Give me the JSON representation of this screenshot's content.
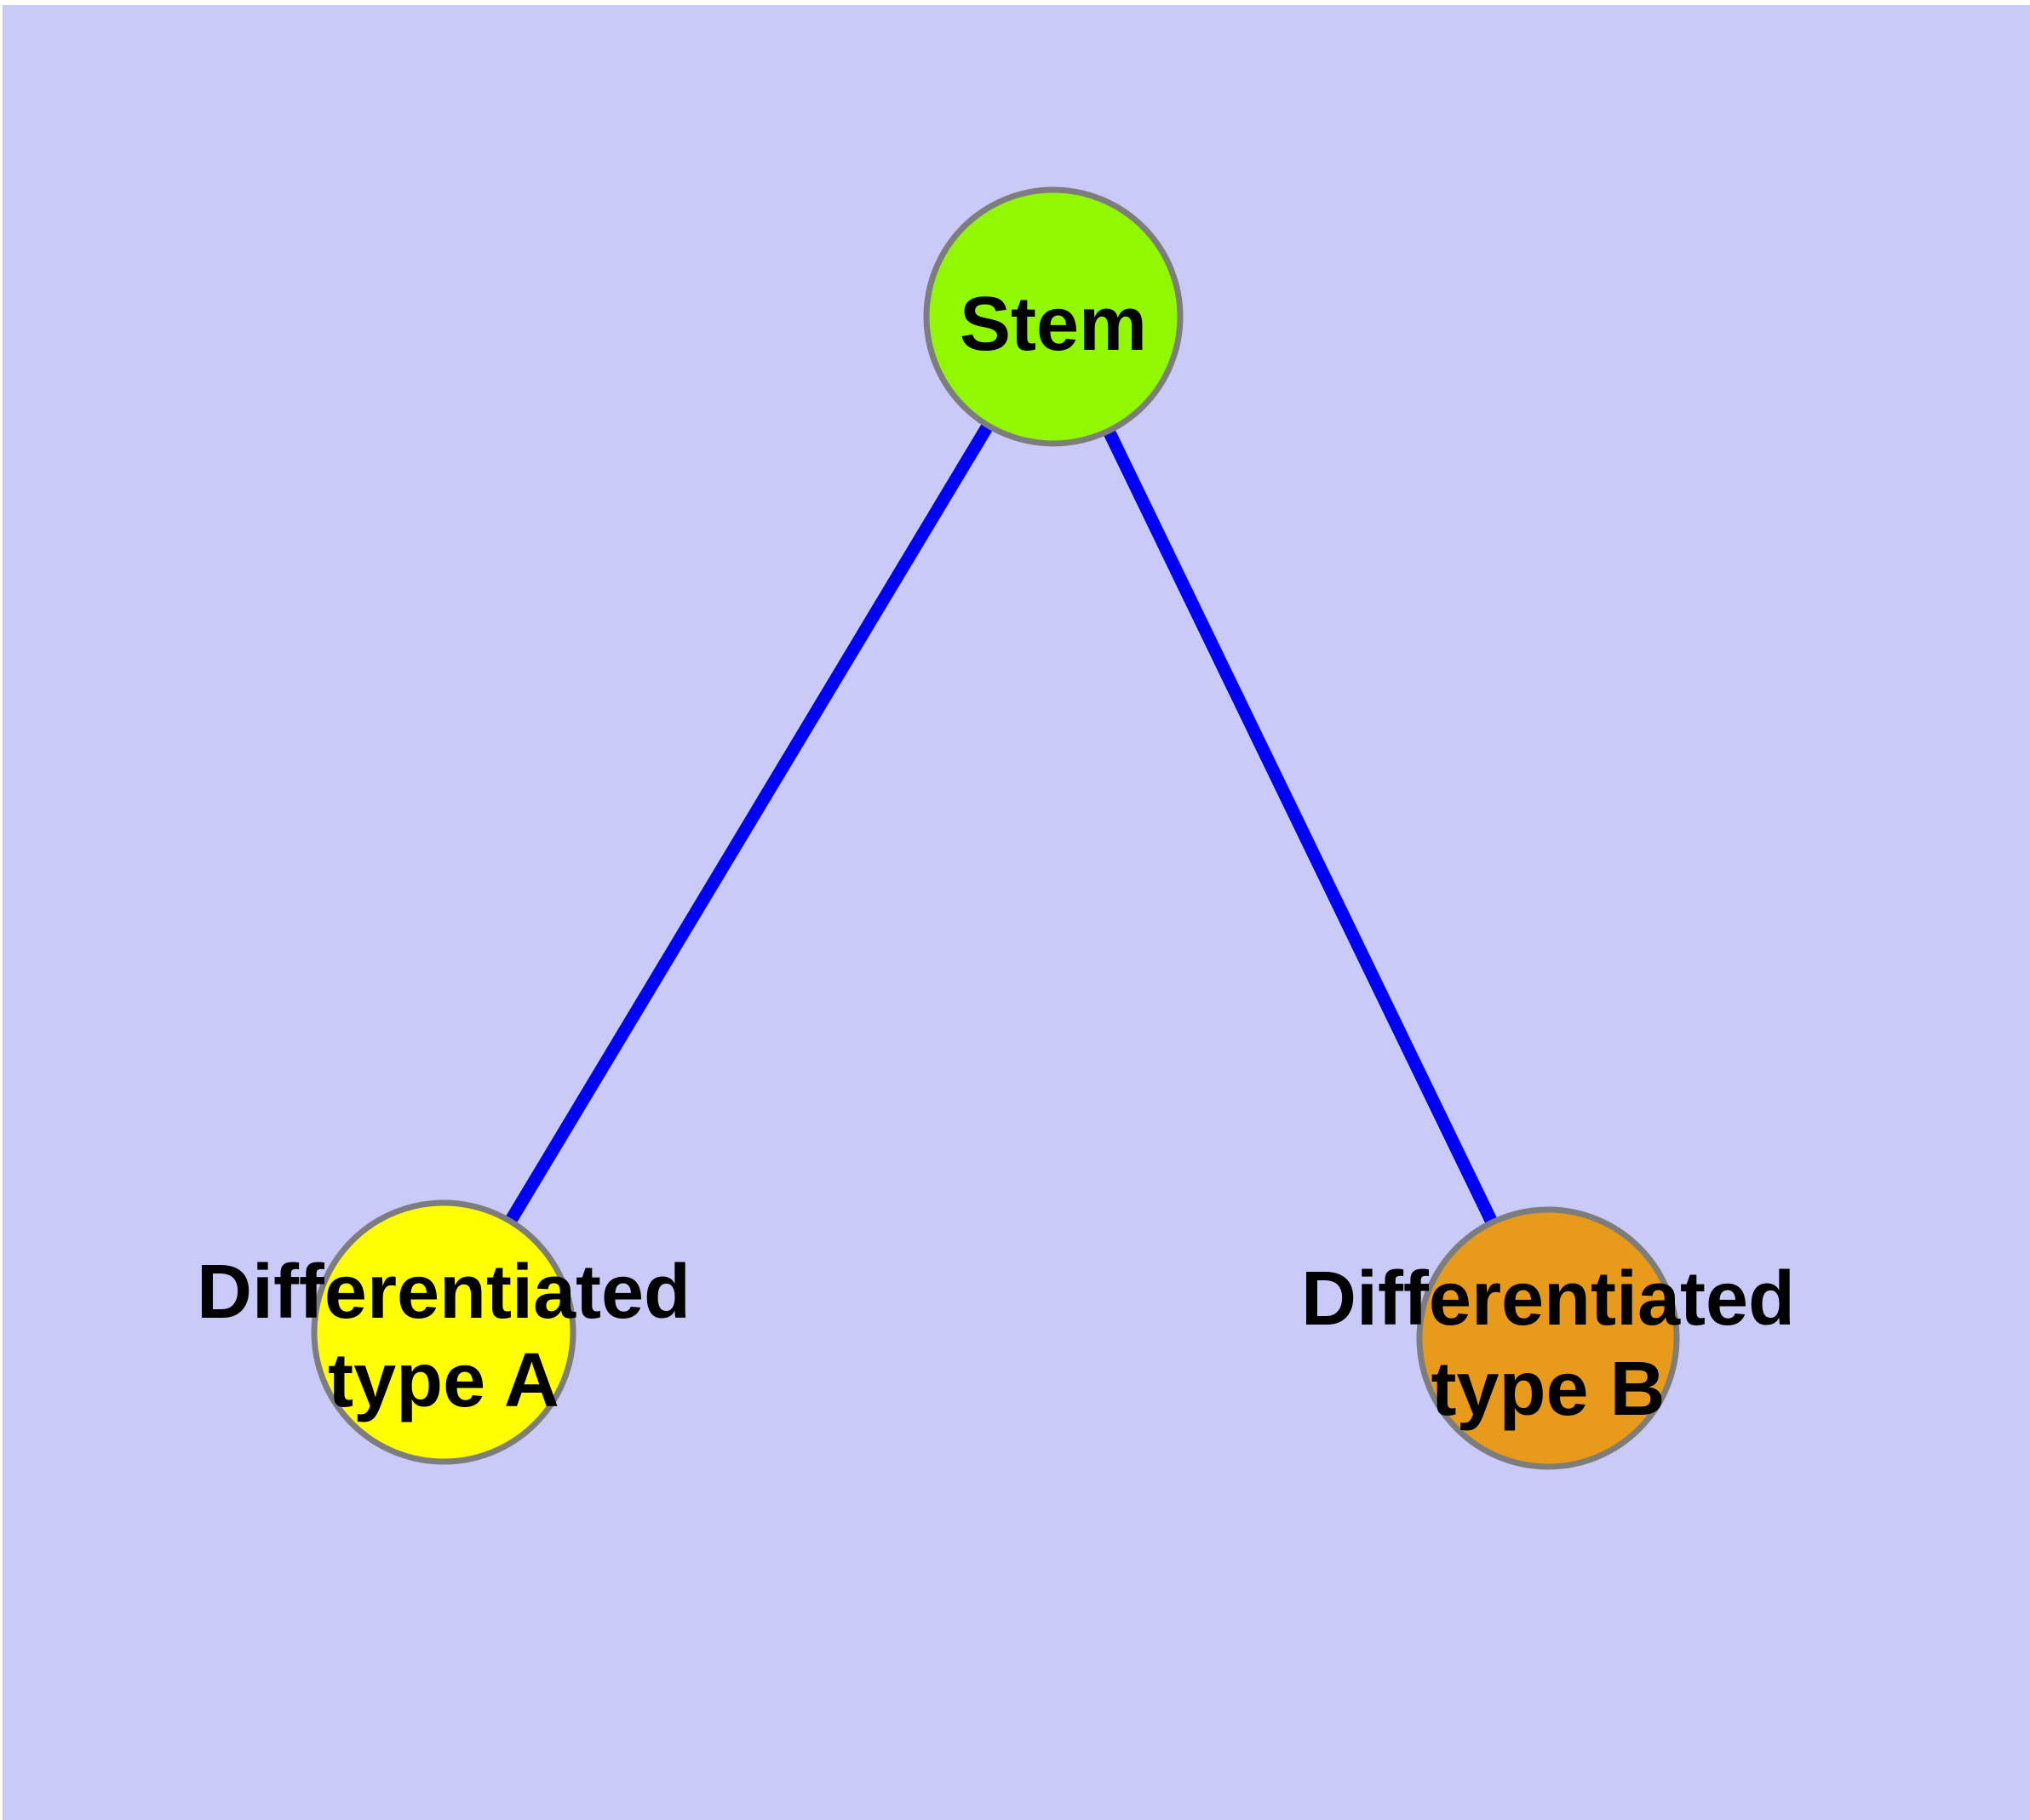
{
  "diagram": {
    "type": "node-link-graph",
    "colors": {
      "page_margin": "#FFFFFF",
      "background": "#CACAF8",
      "edge": "#0000FA",
      "node_border": "#7D7D7D",
      "label_text": "#000000"
    },
    "nodes": [
      {
        "id": "stem",
        "label": "Stem",
        "fill": "#92F800"
      },
      {
        "id": "differentiated-type-a",
        "label_lines": [
          "Differentiated",
          "type A"
        ],
        "fill": "#FFFF00"
      },
      {
        "id": "differentiated-type-b",
        "label_lines": [
          "Differentiated",
          "type B"
        ],
        "fill": "#E89B1B"
      }
    ],
    "edges": [
      {
        "from": "Stem",
        "to": "Differentiated type A"
      },
      {
        "from": "Stem",
        "to": "Differentiated type B"
      }
    ]
  }
}
